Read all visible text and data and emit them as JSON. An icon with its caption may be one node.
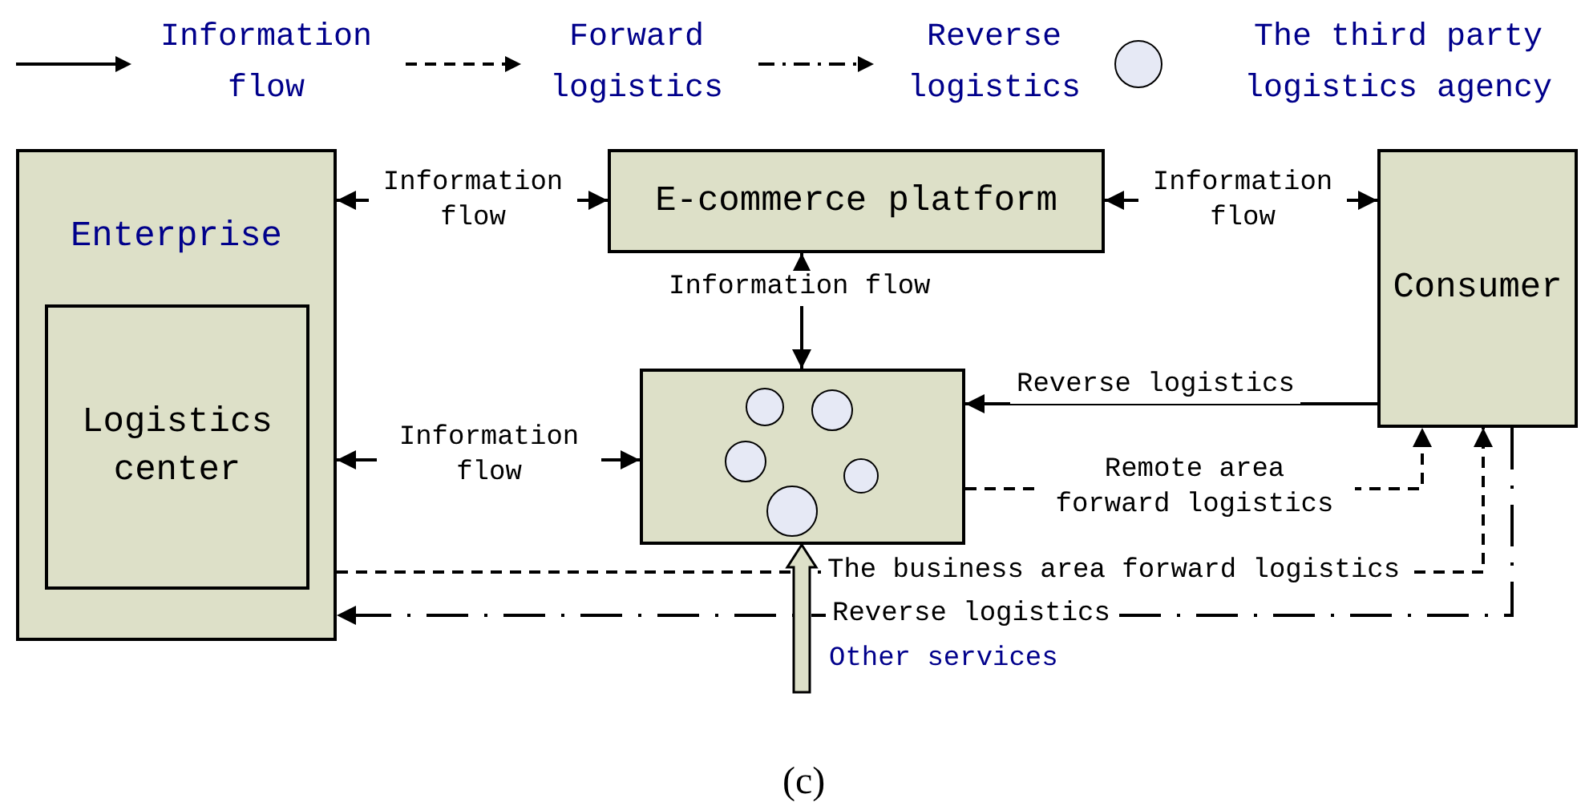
{
  "diagram": {
    "caption": "(c)",
    "nodes": [
      {
        "text": [
          "Enterprise"
        ]
      },
      {
        "text": [
          "Logistics center"
        ],
        "in": 0
      },
      {
        "text": [
          "E-commerce platform"
        ]
      },
      {
        "text": [
          "Consumer"
        ]
      },
      {
        "text": [],
        "shape": "box"
      },
      {
        "text": [],
        "shape": "circle",
        "in": 4
      },
      {
        "text": [],
        "shape": "circle",
        "in": 4
      },
      {
        "text": [],
        "shape": "circle",
        "in": 4
      },
      {
        "text": [],
        "shape": "circle",
        "in": 4
      },
      {
        "text": [],
        "shape": "circle",
        "in": 4
      }
    ],
    "edges": [
      {
        "from": 0,
        "to": 2,
        "arrow": "both",
        "label": "Information flow"
      },
      {
        "from": 2,
        "to": 3,
        "arrow": "both",
        "label": "Information flow"
      },
      {
        "from": 2,
        "to": 4,
        "arrow": "both",
        "label": "Information flow"
      },
      {
        "from": 0,
        "to": 4,
        "arrow": "both",
        "label": "Information flow"
      },
      {
        "from": 3,
        "to": 4,
        "arrow": "to",
        "label": "Reverse logistics"
      },
      {
        "from": 4,
        "to": 3,
        "arrow": "to",
        "label": "Remote area forward logistics",
        "style": "dashed"
      },
      {
        "from": 0,
        "to": 3,
        "arrow": "to",
        "label": "The business area forward logistics",
        "style": "dashed"
      },
      {
        "from": 3,
        "to": 0,
        "arrow": "to",
        "label": "Reverse logistics",
        "style": "dashed"
      },
      {
        "from": null,
        "to": 4,
        "arrow": "to",
        "label": "Other services",
        "style": "thick"
      }
    ],
    "legend": [
      {
        "text": "Information flow"
      },
      {
        "text": "Forward logistics"
      },
      {
        "text": "Reverse logistics"
      },
      {
        "text": "The third party logistics agency"
      }
    ]
  }
}
